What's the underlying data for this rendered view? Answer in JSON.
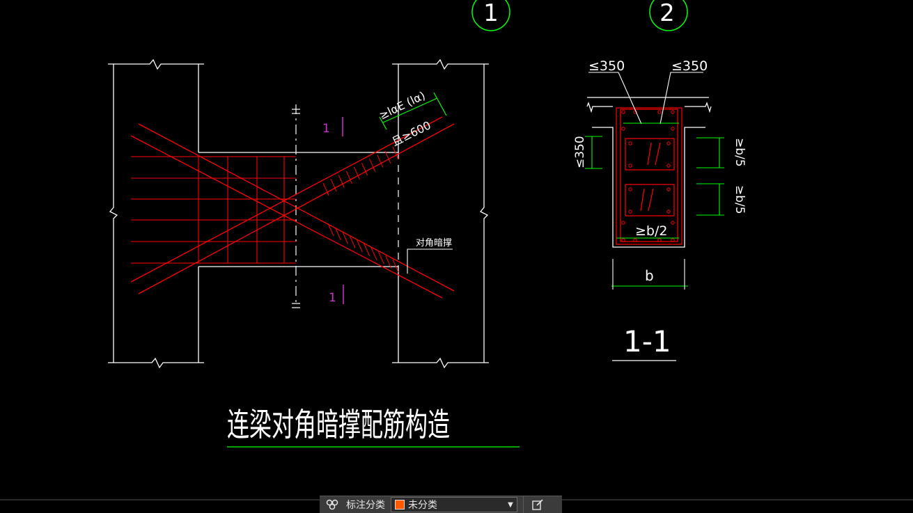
{
  "drawing": {
    "colors": {
      "outline": "#ffffff",
      "rebar": "#ff0000",
      "dimension": "#00ff00",
      "section_mark": "#cc33cc",
      "background": "#000000"
    },
    "axis_bubbles": [
      "1",
      "2"
    ],
    "elevation_labels": {
      "anchorage": "≥lαE (lα)",
      "min_length": "且≥600",
      "brace_note": "对角暗撑",
      "section_mark_top": "1",
      "section_mark_bottom": "1"
    },
    "section_labels": {
      "spacing_left": "≤350",
      "spacing_right": "≤350",
      "height_limit": "≤350",
      "dim_b5_top": "≥b/5",
      "dim_b5_bottom": "≥b/5",
      "dim_b2": "≥b/2",
      "width": "b",
      "section_name": "1-1"
    },
    "title": "连梁对角暗撑配筋构造"
  },
  "toolbar": {
    "label": "标注分类",
    "selected": "未分类",
    "swatch_color": "#ff5a00",
    "icons": [
      "annotation-group-icon",
      "chevron-down-icon",
      "edit-icon"
    ]
  }
}
